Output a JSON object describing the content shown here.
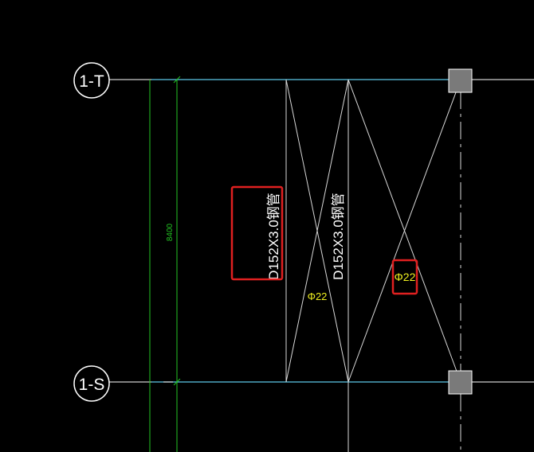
{
  "axes": [
    {
      "label": "1-T"
    },
    {
      "label": "1-S"
    }
  ],
  "dimension": {
    "text": "8400"
  },
  "pipe_labels": [
    {
      "text": "D152X3.0钢管"
    },
    {
      "text": "D152X3.0钢管"
    }
  ],
  "rebar_labels": [
    {
      "text": "Φ22"
    },
    {
      "text": "Φ22"
    }
  ],
  "colors": {
    "background": "#000000",
    "axis_line": "#5ec8e8",
    "grid_white": "#ffffff",
    "dimension": "#23c423",
    "brace": "#d8d8d8",
    "rebar_text": "#f0f020",
    "highlight": "#e02020",
    "column": "#7a7a7a"
  }
}
